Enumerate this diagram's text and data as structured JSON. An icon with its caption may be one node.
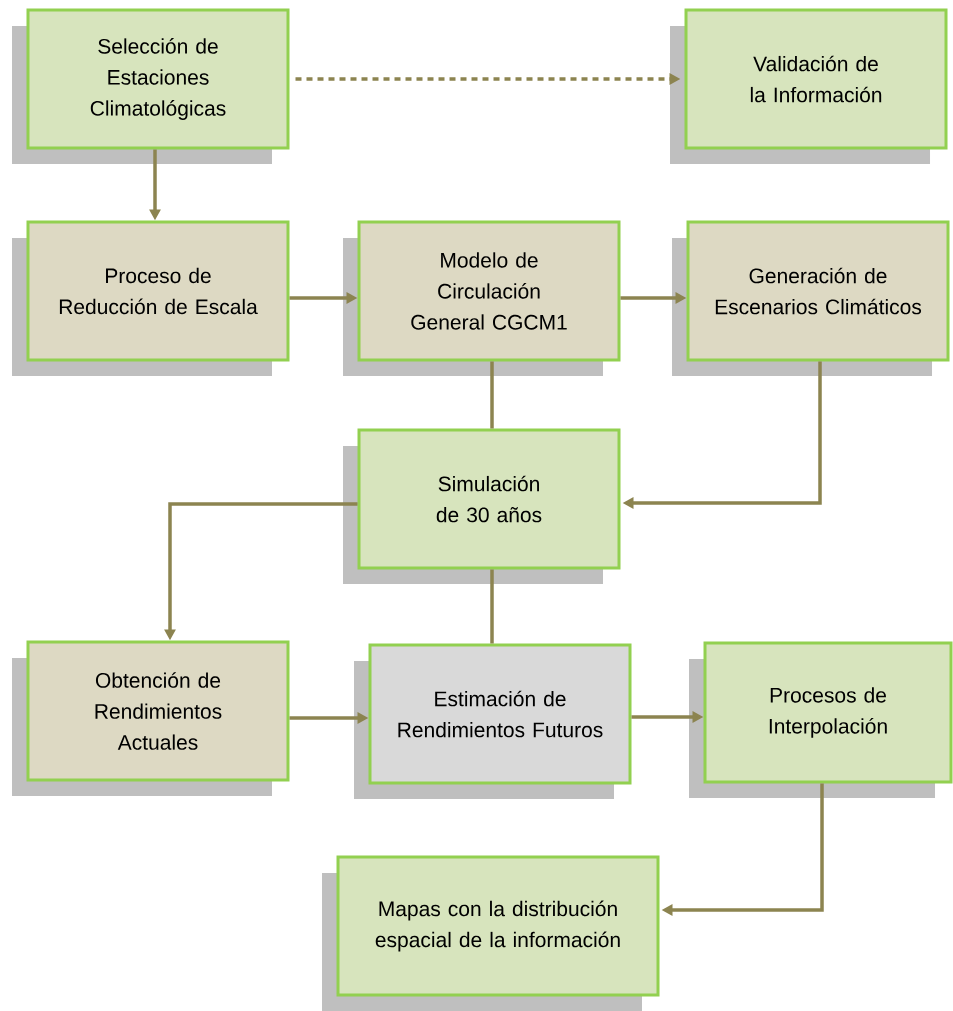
{
  "diagram": {
    "nodes": [
      {
        "text": [
          "Selección de Estaciones Climatológicas"
        ]
      },
      {
        "text": [
          "Validación de la Información"
        ]
      },
      {
        "text": [
          "Proceso de Reducción de Escala"
        ]
      },
      {
        "text": [
          "Modelo de Circulación General CGCM1"
        ]
      },
      {
        "text": [
          "Generación de Escenarios Climáticos"
        ]
      },
      {
        "text": [
          "Simulación de 30 años"
        ]
      },
      {
        "text": [
          "Obtención de Rendimientos Actuales"
        ]
      },
      {
        "text": [
          "Estimación de Rendimientos Futuros"
        ]
      },
      {
        "text": [
          "Procesos de Interpolación"
        ]
      },
      {
        "text": [
          "Mapas con la distribución espacial de la información"
        ]
      }
    ],
    "edges": [
      {
        "from": 0,
        "to": 1,
        "arrow": "to",
        "style": "dashed"
      },
      {
        "from": 0,
        "to": 2,
        "arrow": "to"
      },
      {
        "from": 2,
        "to": 3,
        "arrow": "to"
      },
      {
        "from": 3,
        "to": 4,
        "arrow": "to"
      },
      {
        "from": 3,
        "to": 5,
        "arrow": "none"
      },
      {
        "from": 4,
        "to": 5,
        "arrow": "to"
      },
      {
        "from": 5,
        "to": 6,
        "arrow": "to"
      },
      {
        "from": 5,
        "to": 7,
        "arrow": "none"
      },
      {
        "from": 6,
        "to": 7,
        "arrow": "to"
      },
      {
        "from": 7,
        "to": 8,
        "arrow": "to"
      },
      {
        "from": 8,
        "to": 9,
        "arrow": "to"
      }
    ]
  }
}
